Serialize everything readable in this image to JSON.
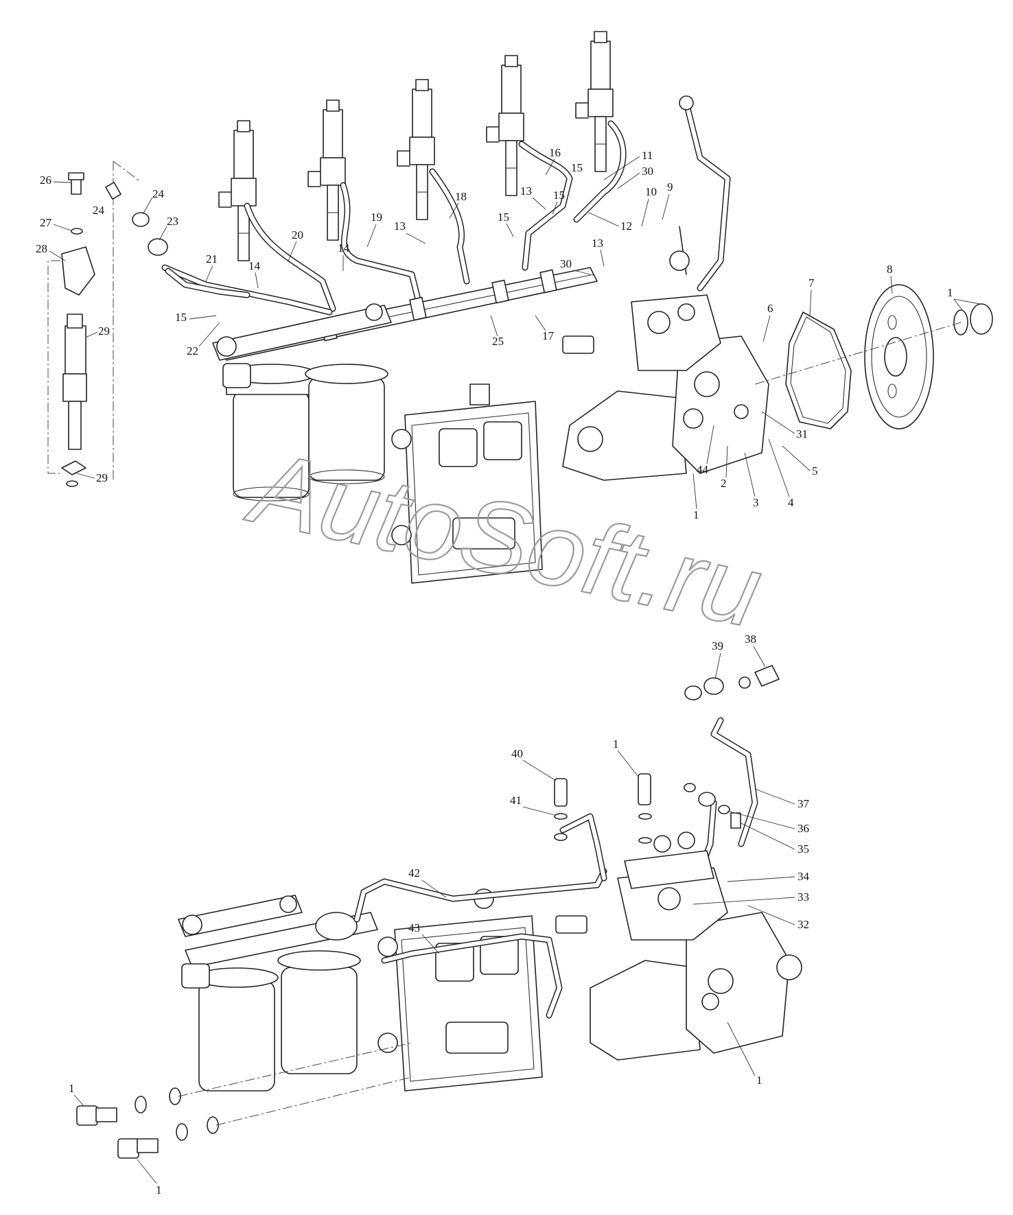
{
  "watermark": "AutoSoft.ru",
  "callouts": [
    {
      "id": "c26",
      "text": "26"
    },
    {
      "id": "c27",
      "text": "27"
    },
    {
      "id": "c28",
      "text": "28"
    },
    {
      "id": "c29a",
      "text": "29"
    },
    {
      "id": "c29b",
      "text": "29"
    },
    {
      "id": "c24a",
      "text": "24"
    },
    {
      "id": "c24b",
      "text": "24"
    },
    {
      "id": "c23",
      "text": "23"
    },
    {
      "id": "c21",
      "text": "21"
    },
    {
      "id": "c20",
      "text": "20"
    },
    {
      "id": "c22",
      "text": "22"
    },
    {
      "id": "c15a",
      "text": "15"
    },
    {
      "id": "c14a",
      "text": "14"
    },
    {
      "id": "c14b",
      "text": "14"
    },
    {
      "id": "c19",
      "text": "19"
    },
    {
      "id": "c13a",
      "text": "13"
    },
    {
      "id": "c18",
      "text": "18"
    },
    {
      "id": "c15b",
      "text": "15"
    },
    {
      "id": "c13b",
      "text": "13"
    },
    {
      "id": "c15c",
      "text": "15"
    },
    {
      "id": "c16",
      "text": "16"
    },
    {
      "id": "c15d",
      "text": "15"
    },
    {
      "id": "c11",
      "text": "11"
    },
    {
      "id": "c30a",
      "text": "30"
    },
    {
      "id": "c12",
      "text": "12"
    },
    {
      "id": "c13c",
      "text": "13"
    },
    {
      "id": "c30b",
      "text": "30"
    },
    {
      "id": "c10",
      "text": "10"
    },
    {
      "id": "c9",
      "text": "9"
    },
    {
      "id": "c25",
      "text": "25"
    },
    {
      "id": "c17",
      "text": "17"
    },
    {
      "id": "c7",
      "text": "7"
    },
    {
      "id": "c8",
      "text": "8"
    },
    {
      "id": "c1a",
      "text": "1"
    },
    {
      "id": "c6",
      "text": "6"
    },
    {
      "id": "c31",
      "text": "31"
    },
    {
      "id": "c5",
      "text": "5"
    },
    {
      "id": "c44",
      "text": "44"
    },
    {
      "id": "c2",
      "text": "2"
    },
    {
      "id": "c3",
      "text": "3"
    },
    {
      "id": "c4",
      "text": "4"
    },
    {
      "id": "c1b",
      "text": "1"
    },
    {
      "id": "c39",
      "text": "39"
    },
    {
      "id": "c38",
      "text": "38"
    },
    {
      "id": "c40",
      "text": "40"
    },
    {
      "id": "c1c",
      "text": "1"
    },
    {
      "id": "c41",
      "text": "41"
    },
    {
      "id": "c37",
      "text": "37"
    },
    {
      "id": "c36",
      "text": "36"
    },
    {
      "id": "c35",
      "text": "35"
    },
    {
      "id": "c42",
      "text": "42"
    },
    {
      "id": "c34",
      "text": "34"
    },
    {
      "id": "c33",
      "text": "33"
    },
    {
      "id": "c32",
      "text": "32"
    },
    {
      "id": "c43",
      "text": "43"
    },
    {
      "id": "c1d",
      "text": "1"
    },
    {
      "id": "c1e",
      "text": "1"
    },
    {
      "id": "c1f",
      "text": "1"
    }
  ]
}
